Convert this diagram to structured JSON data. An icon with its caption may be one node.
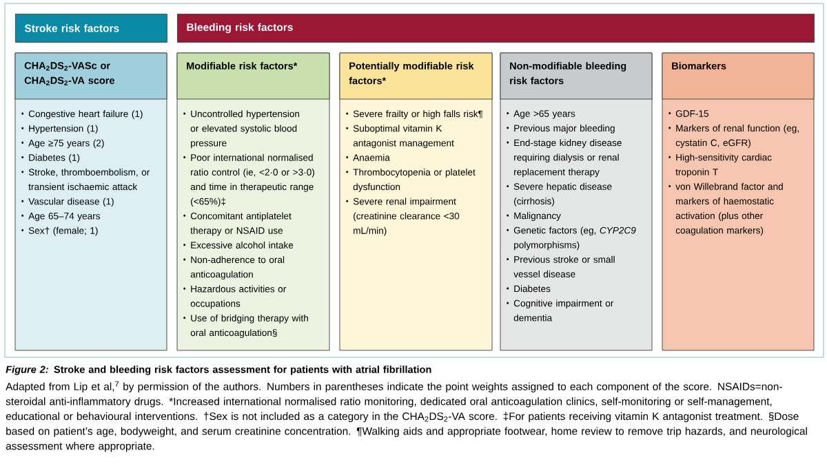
{
  "diagram": {
    "title": "*Figure 2:* Stroke and bleeding risk factors assessment for patients with atrial fibrillation",
    "caption": "Adapted from Lip et al,$^{7}$ by permission of the authors. Numbers in parentheses indicate the point weights assigned to each component of the score. NSAIDs=non-steroidal anti-inflammatory drugs. *Increased international normalised ratio monitoring, dedicated oral anticoagulation clinics, self-monitoring or self-management, educational or behavioural interventions. †Sex is not included as a category in the CHA$_{2}$DS$_{2}$-VA score. ‡For patients receiving vitamin K antagonist treatment. §Dose based on patient’s age, bodyweight, and serum creatinine concentration. ¶Walking aids and appropriate footwear, home review to remove trip hazards, and neurological assessment where appropriate.",
    "nodes": [
      {
        "text": [
          "Stroke risk factors"
        ]
      },
      {
        "text": [
          "Bleeding risk factors"
        ]
      },
      {
        "text": [
          "CHA$_{2}$DS$_{2}$-VASc or CHA$_{2}$DS$_{2}$-VA score",
          "Congestive heart failure (1)",
          "Hypertension (1)",
          "Age ≥75 years (2)",
          "Diabetes (1)",
          "Stroke, thromboembolism, or transient ischaemic attack",
          "Vascular disease (1)",
          "Age 65–74 years",
          "Sex† (female; 1)"
        ]
      },
      {
        "text": [
          "Modifiable risk factors*",
          "Uncontrolled hypertension or elevated systolic blood pressure",
          "Poor international normalised ratio control (ie, <2·0 or >3·0) and time in therapeutic range (<65%)‡",
          "Concomitant antiplatelet therapy or NSAID use",
          "Excessive alcohol intake",
          "Non-adherence to oral anticoagulation",
          "Hazardous activities or occupations",
          "Use of bridging therapy with oral anticoagulation§"
        ]
      },
      {
        "text": [
          "Potentially modifiable risk factors*",
          "Severe frailty or high falls risk¶",
          "Suboptimal vitamin K antagonist management",
          "Anaemia",
          "Thrombocytopenia or platelet dysfunction",
          "Severe renal impairment (creatinine clearance <30 mL/min)"
        ]
      },
      {
        "text": [
          "Non-modifiable bleeding risk factors",
          "Age >65 years",
          "Previous major bleeding",
          "End-stage kidney disease requiring dialysis or renal replacement therapy",
          "Severe hepatic disease (cirrhosis)",
          "Malignancy",
          "Genetic factors (eg, *CYP2C9* polymorphisms)",
          "Previous stroke or small vessel disease",
          "Diabetes",
          "Cognitive impairment or dementia"
        ]
      },
      {
        "text": [
          "Biomarkers",
          "GDF-15",
          "Markers of renal function (eg, cystatin C, eGFR)",
          "High-sensitivity cardiac troponin T",
          "von Willebrand factor and markers of haemostatic activation (plus other coagulation markers)"
        ]
      }
    ]
  }
}
